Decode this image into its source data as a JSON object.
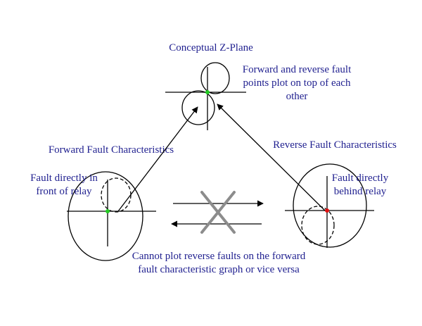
{
  "title": "Conceptual Z-Plane",
  "note_lines": [
    "Forward and reverse fault",
    "points plot on top of each",
    "other"
  ],
  "forward_label": "Forward Fault Characteristics",
  "reverse_label": "Reverse Fault Characteristics",
  "fault_front_lines": [
    "Fault directly in",
    "front of relay"
  ],
  "fault_behind_lines": [
    "Fault directly",
    "behind relay"
  ],
  "caption_lines": [
    "Cannot plot reverse faults on the forward",
    "fault characteristic graph or vice versa"
  ],
  "colors": {
    "text": "#1f1f8f",
    "lines": "#000000",
    "cross": "#8c8c8c",
    "forward_point": "#22cc22",
    "reverse_point": "#e01010",
    "origin_point": "#22cc22"
  }
}
